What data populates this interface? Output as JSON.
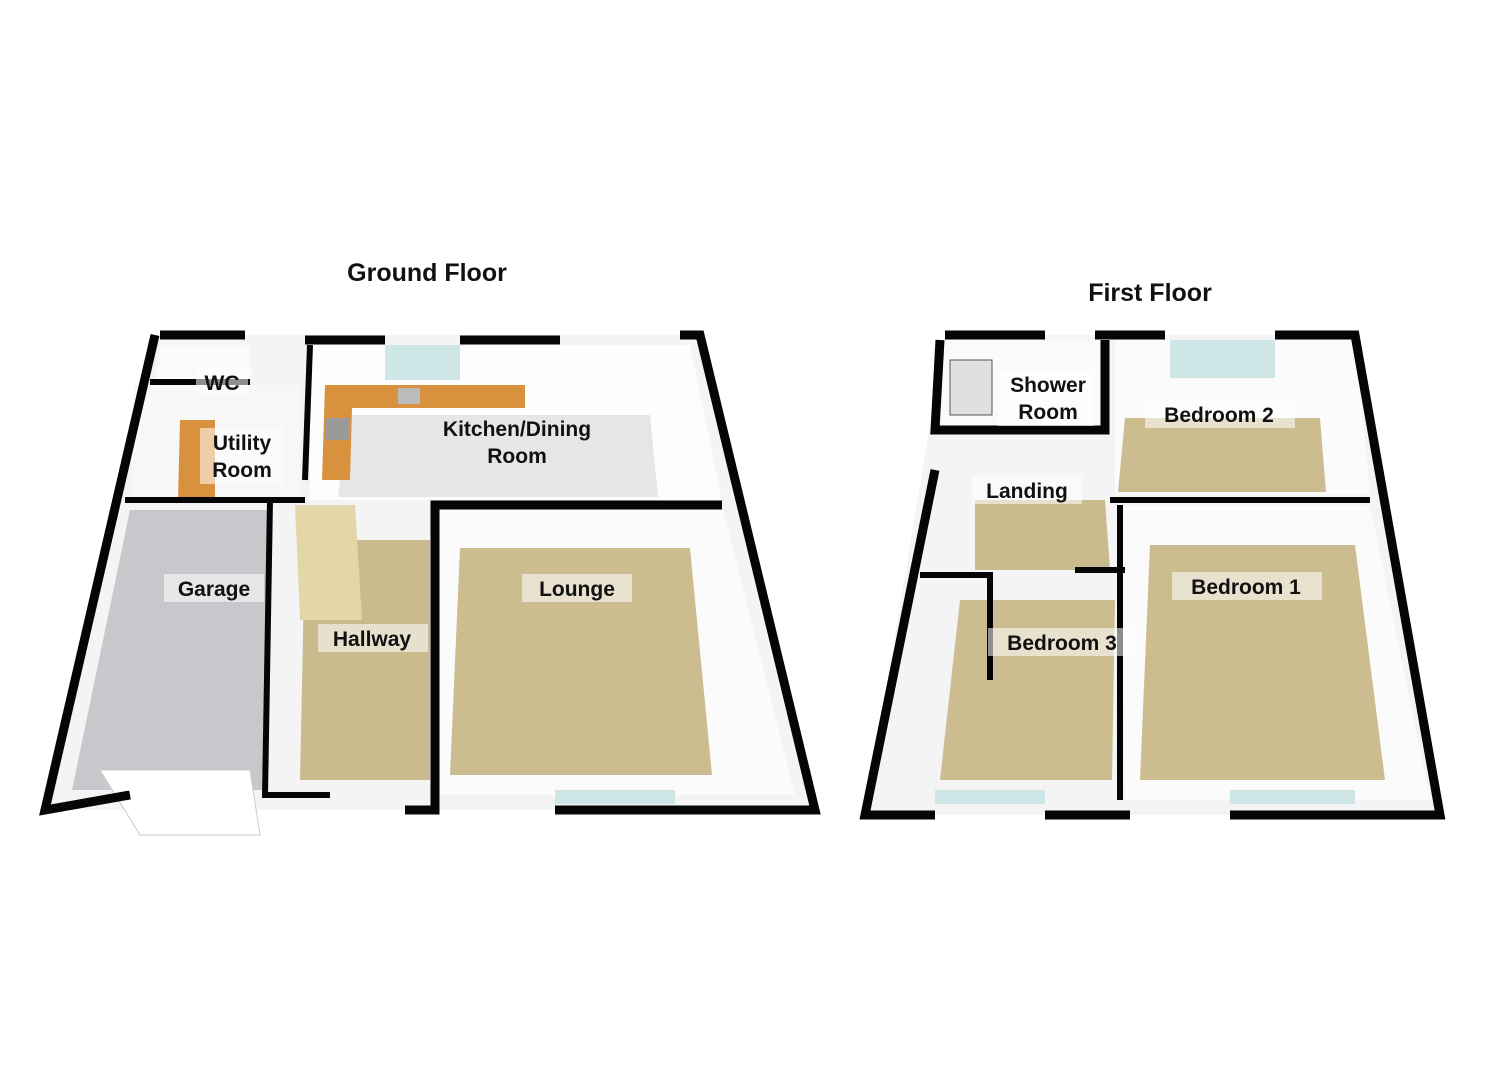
{
  "ground_floor": {
    "title": "Ground Floor",
    "rooms": {
      "wc": "WC",
      "utility_1": "Utility",
      "utility_2": "Room",
      "kitchen_1": "Kitchen/Dining",
      "kitchen_2": "Room",
      "garage": "Garage",
      "hallway": "Hallway",
      "lounge": "Lounge"
    }
  },
  "first_floor": {
    "title": "First Floor",
    "rooms": {
      "shower_1": "Shower",
      "shower_2": "Room",
      "bedroom2": "Bedroom 2",
      "landing": "Landing",
      "bedroom1": "Bedroom 1",
      "bedroom3": "Bedroom 3"
    }
  },
  "colors": {
    "carpet": "#c9bb8e",
    "garage_floor": "#c7c8cb",
    "worktop": "#d8923e",
    "wall": "#050505",
    "window": "#cfe6e6"
  }
}
